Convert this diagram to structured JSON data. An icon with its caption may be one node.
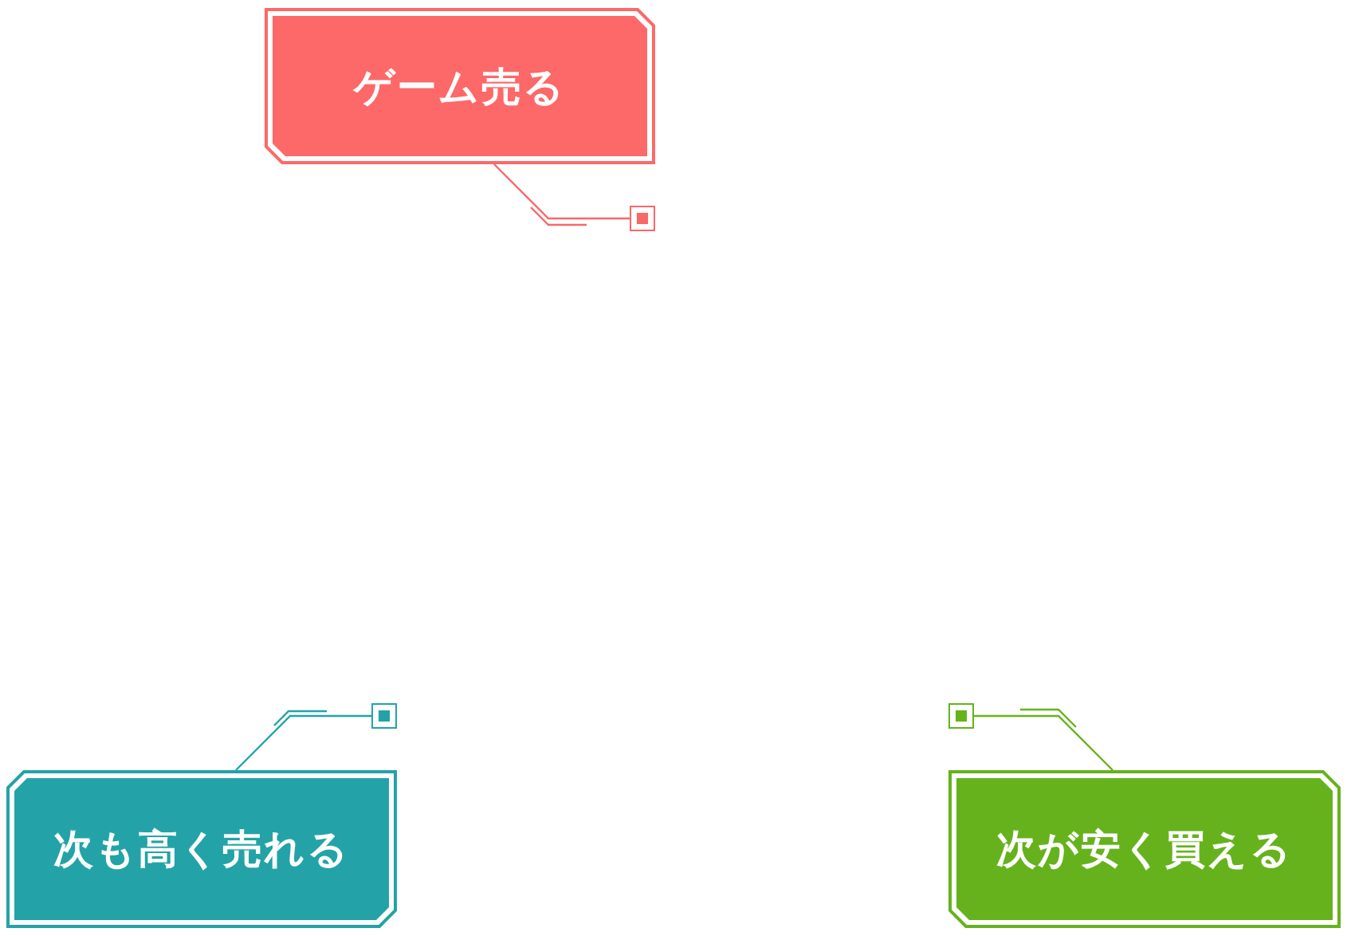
{
  "diagram": {
    "nodes": [
      {
        "text": [
          "ゲーム売る"
        ]
      },
      {
        "text": [],
        "shape": "box"
      },
      {
        "text": [],
        "shape": "box"
      },
      {
        "text": [],
        "shape": "box"
      },
      {
        "text": [
          "次も高く売れる"
        ]
      },
      {
        "text": [
          "次が安く買える"
        ]
      }
    ],
    "edges": [
      {
        "from": 0,
        "to": 1,
        "arrow": "none",
        "color": "#f86868"
      },
      {
        "from": 4,
        "to": 2,
        "arrow": "none",
        "color": "#23a3a7"
      },
      {
        "from": 5,
        "to": 3,
        "arrow": "none",
        "color": "#66b21d"
      }
    ]
  }
}
